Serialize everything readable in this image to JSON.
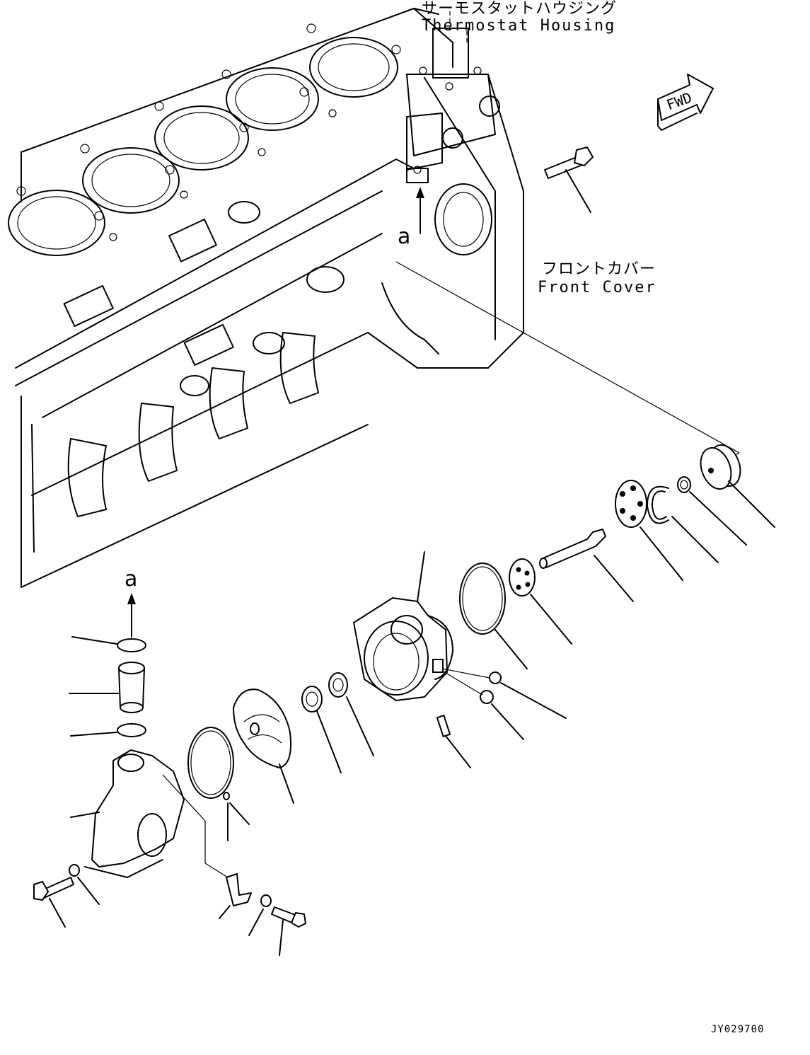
{
  "labels": {
    "thermostat_housing_jp": "サーモスタットハウジング",
    "thermostat_housing_en": "Thermostat Housing",
    "front_cover_jp": "フロントカバー",
    "front_cover_en": "Front Cover",
    "direction": "FWD",
    "view_marker_top": "a",
    "view_marker_bottom": "a",
    "drawing_id": "JY029700"
  }
}
